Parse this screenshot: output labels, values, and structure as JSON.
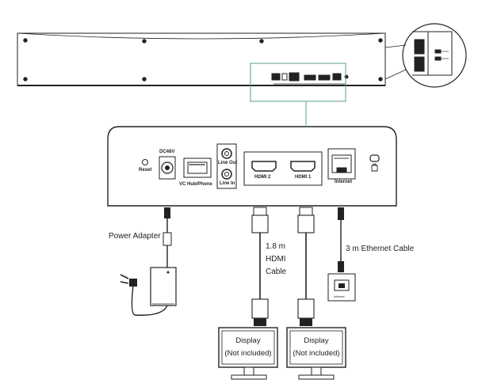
{
  "labels": {
    "power_adapter": "Power Adapter",
    "hdmi_length": "1.8 m",
    "hdmi_word": "HDMI",
    "cable_word": "Cable",
    "ethernet_cable": "3 m Ethernet Cable",
    "display_1": {
      "name": "Display",
      "note": "(Not included)"
    },
    "display_2": {
      "name": "Display",
      "note": "(Not included)"
    }
  },
  "ports": {
    "dc": "DC48V",
    "reset": "Reset",
    "vc_hub": "VC Hub/Phone",
    "line_out": "Line Out",
    "line_in": "Line In",
    "hdmi2": "HDMI 2",
    "hdmi1": "HDMI 1",
    "internet": "Internet",
    "wall_jack": "Internet"
  },
  "colors": {
    "line": "#222222",
    "highlight": "#5a9e8c",
    "panel_fill": "#ffffff"
  }
}
